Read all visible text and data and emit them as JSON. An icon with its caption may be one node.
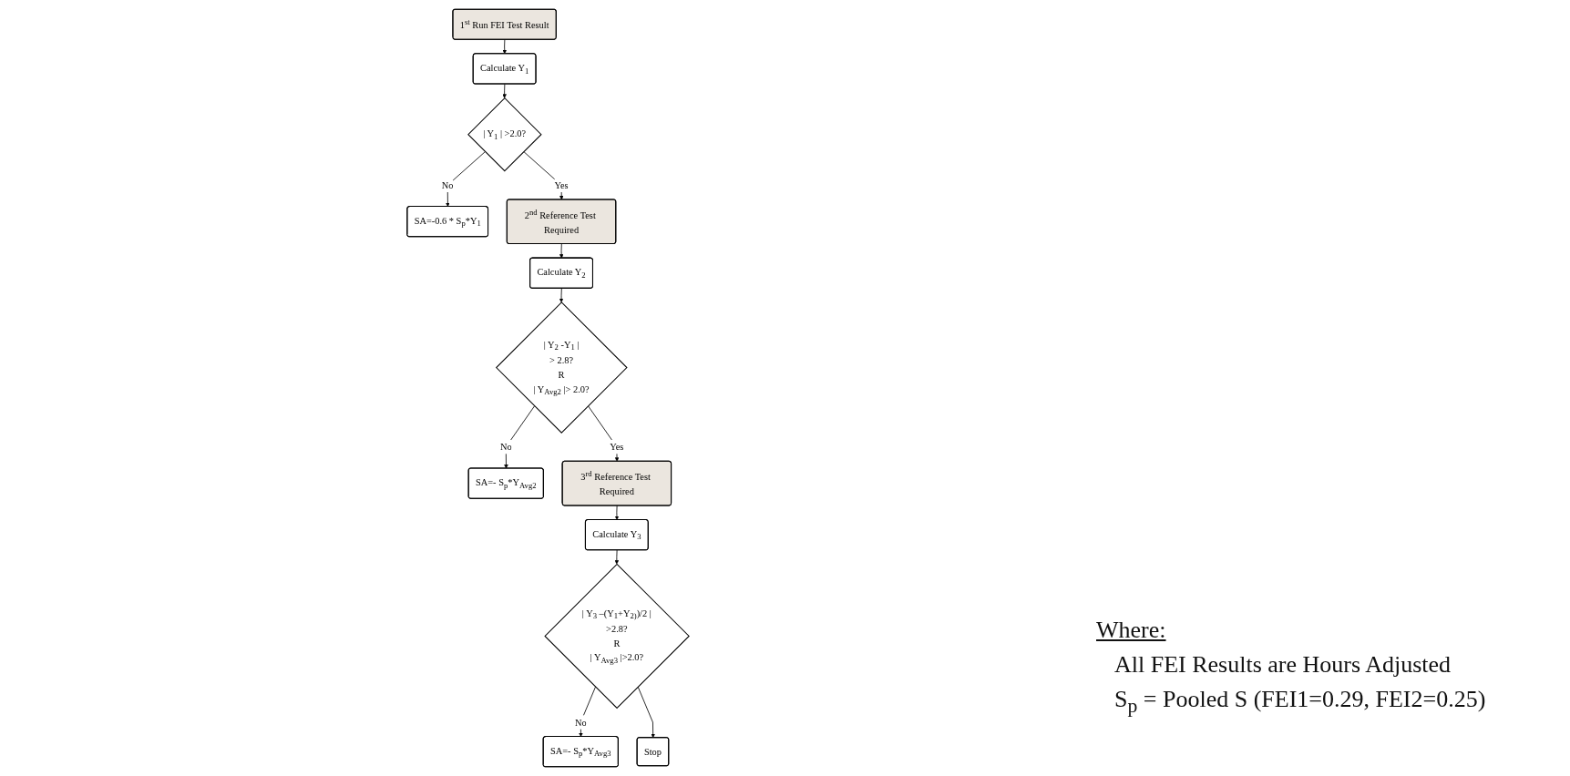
{
  "diagram": {
    "nodes": [
      {
        "text": [
          "1$^{st}$ Run FEI Test Result"
        ]
      },
      {
        "text": [
          "Calculate Y$_{1}$"
        ]
      },
      {
        "text": [
          "| Y$_{1}$ | >2.0?"
        ]
      },
      {
        "text": [
          "SA=-0.6 * S$_{p}$*Y$_{1}$"
        ]
      },
      {
        "text": [
          "2$^{nd}$ Reference Test Required"
        ]
      },
      {
        "text": [
          "Calculate Y$_{2}$"
        ]
      },
      {
        "text": [
          "| Y$_{2}$ -Y$_{1}$ |",
          "> 2.8?",
          "R",
          "| Y$_{Avg2}$ |> 2.0?"
        ]
      },
      {
        "text": [
          "SA=- S$_{p}$*Y$_{Avg2}$"
        ]
      },
      {
        "text": [
          "3$^{rd}$ Reference Test Required"
        ]
      },
      {
        "text": [
          "Calculate Y$_{3}$"
        ]
      },
      {
        "text": [
          "| Y$_{3}$ –(Y$_{1}$+Y$_{2)}$)/2 |",
          ">2.8?",
          "R",
          "| Y$_{Avg3}$ |>2.0?"
        ]
      },
      {
        "text": [
          "SA=- S$_{p}$*Y$_{Avg3}$"
        ]
      },
      {
        "text": [
          "Stop"
        ]
      }
    ],
    "edges": [
      {
        "from": 0,
        "to": 1,
        "arrow": "to"
      },
      {
        "from": 1,
        "to": 2,
        "arrow": "to"
      },
      {
        "from": 2,
        "to": 3,
        "arrow": "to",
        "label": "No"
      },
      {
        "from": 2,
        "to": 4,
        "arrow": "to",
        "label": "Yes"
      },
      {
        "from": 4,
        "to": 5,
        "arrow": "to"
      },
      {
        "from": 5,
        "to": 6,
        "arrow": "to"
      },
      {
        "from": 6,
        "to": 7,
        "arrow": "to",
        "label": "No"
      },
      {
        "from": 6,
        "to": 8,
        "arrow": "to",
        "label": "Yes"
      },
      {
        "from": 8,
        "to": 9,
        "arrow": "to"
      },
      {
        "from": 9,
        "to": 10,
        "arrow": "to"
      },
      {
        "from": 10,
        "to": 11,
        "arrow": "to",
        "label": "No"
      },
      {
        "from": 10,
        "to": 12,
        "arrow": "to"
      }
    ],
    "labels": [
      "Where:",
      "All FEI Results are Hours Adjusted",
      "S$_{p}$ = Pooled S (FEI1=0.29, FEI2=0.25)"
    ]
  }
}
